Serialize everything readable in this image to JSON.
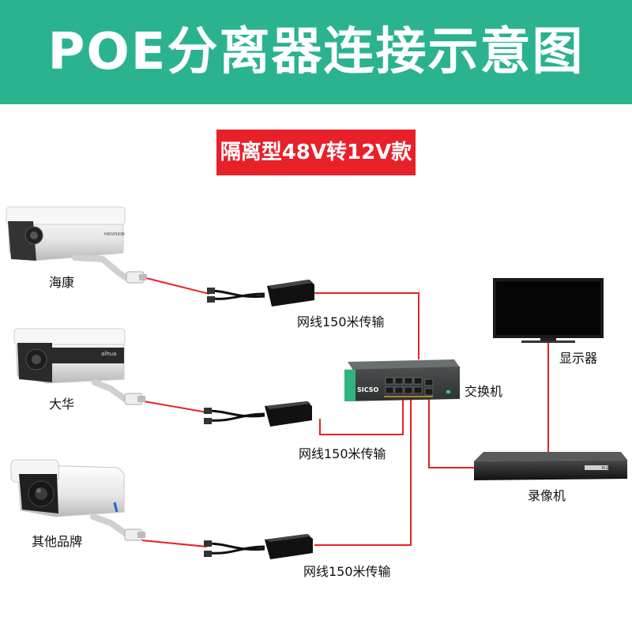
{
  "title": "POE分离器连接示意图",
  "subtitle": "隔离型48V转12V款",
  "cameras": [
    {
      "label": "海康",
      "brand_text": "HIKVISION"
    },
    {
      "label": "大华",
      "brand_text": "alhua"
    },
    {
      "label": "其他品牌"
    }
  ],
  "cable_labels": [
    "网线150米传输",
    "网线150米传输",
    "网线150米传输"
  ],
  "switch": {
    "label": "交换机",
    "brand": "SICSO"
  },
  "monitor": {
    "label": "显示器"
  },
  "nvr": {
    "label": "录像机",
    "model": "H.265"
  },
  "colors": {
    "banner": "#2bb390",
    "subtitle_bg": "#e8202a",
    "wire": "#e8202a"
  }
}
